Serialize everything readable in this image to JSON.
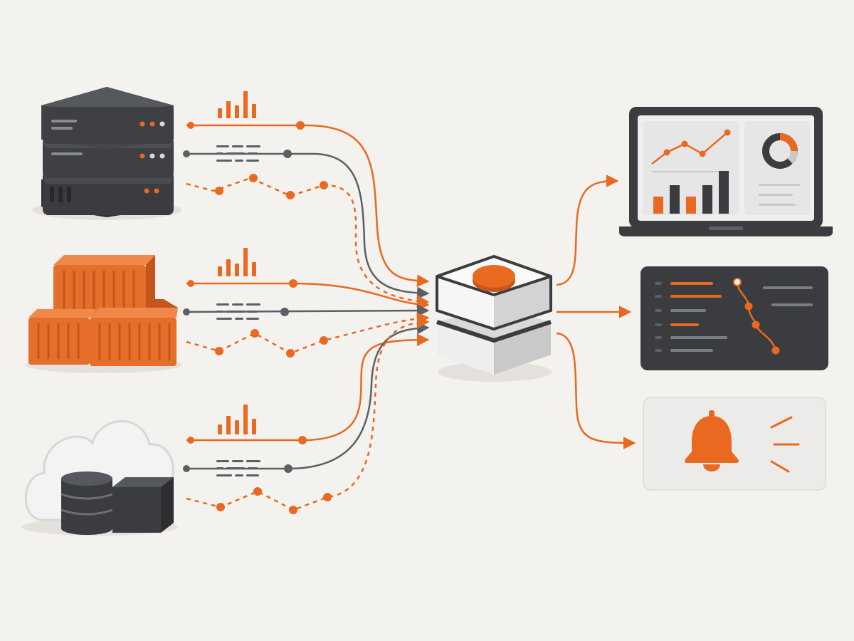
{
  "colors": {
    "background": "#f4f2ef",
    "accent": "#e8691f",
    "accent_dark": "#c9551a",
    "dark": "#3b3d40",
    "darker": "#2e3033",
    "mid_gray": "#5c5f63",
    "light_gray": "#d9d9d9",
    "panel_light": "#ecebea"
  },
  "sources": [
    {
      "name": "server-rack",
      "icon": "server-rack-icon"
    },
    {
      "name": "shipping-containers",
      "icon": "container-stack-icon"
    },
    {
      "name": "cloud-database",
      "icon": "cloud-database-icon"
    }
  ],
  "signals": [
    {
      "name": "metrics",
      "icon": "bar-chart-icon",
      "line_style": "solid",
      "color": "accent"
    },
    {
      "name": "logs",
      "icon": "log-lines-icon",
      "line_style": "solid",
      "color": "dark"
    },
    {
      "name": "traces",
      "icon": "trace-dots-icon",
      "line_style": "dashed",
      "color": "accent"
    }
  ],
  "hub": {
    "name": "collector",
    "icon": "collector-hub-icon"
  },
  "destinations": [
    {
      "name": "dashboard",
      "icon": "laptop-dashboard-icon"
    },
    {
      "name": "log-trace-viewer",
      "icon": "log-trace-panel-icon"
    },
    {
      "name": "alerting",
      "icon": "bell-icon"
    }
  ]
}
